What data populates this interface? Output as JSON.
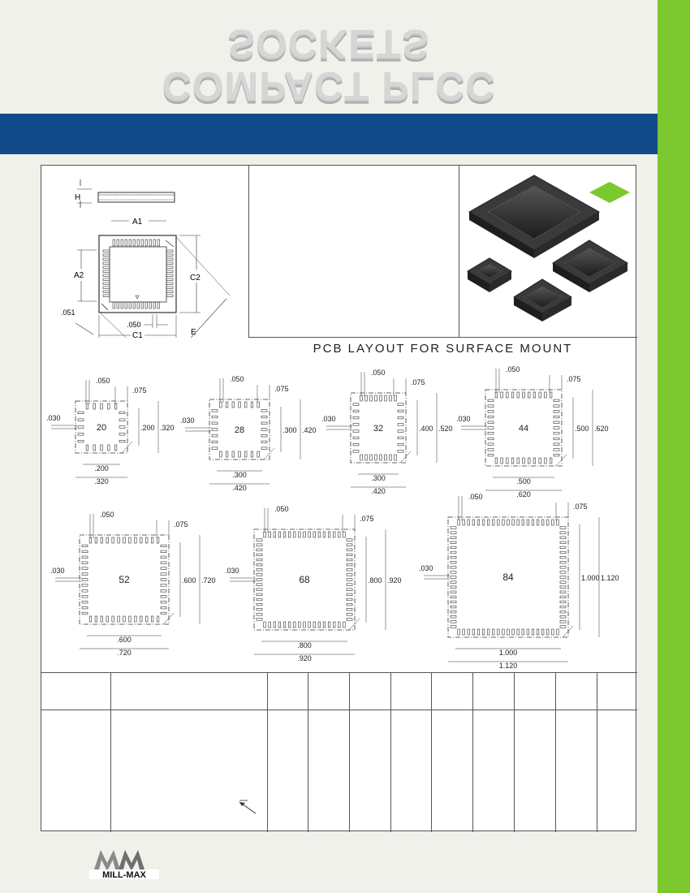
{
  "header": {
    "title": "COMPACT PLCC SOCKETS"
  },
  "top_diagram": {
    "labels": {
      "h": "H",
      "a1": "A1",
      "a2": "A2",
      "c1": "C1",
      "c2": "C2",
      "e": "E",
      "pitch": ".050",
      "edge": ".051"
    }
  },
  "pcb_layout": {
    "heading": "PCB LAYOUT FOR SURFACE MOUNT",
    "pad_pitch": ".050",
    "pad_offset": ".075",
    "pad_width": ".030",
    "footprints": [
      {
        "pins": "20",
        "inner": ".200",
        "outer": ".320"
      },
      {
        "pins": "28",
        "inner": ".300",
        "outer": ".420"
      },
      {
        "pins": "32",
        "inner_h": ".400",
        "outer_h": ".520",
        "inner_w": ".300",
        "outer_w": ".420"
      },
      {
        "pins": "44",
        "inner": ".500",
        "outer": ".620"
      },
      {
        "pins": "52",
        "inner": ".600",
        "outer": ".720"
      },
      {
        "pins": "68",
        "inner": ".800",
        "outer": ".920"
      },
      {
        "pins": "84",
        "inner": "1.000",
        "outer": "1.120"
      }
    ]
  },
  "brand": {
    "logo_text": "MILL-MAX",
    "accent_green": "#7cc82f",
    "band_blue": "#124a8c"
  }
}
